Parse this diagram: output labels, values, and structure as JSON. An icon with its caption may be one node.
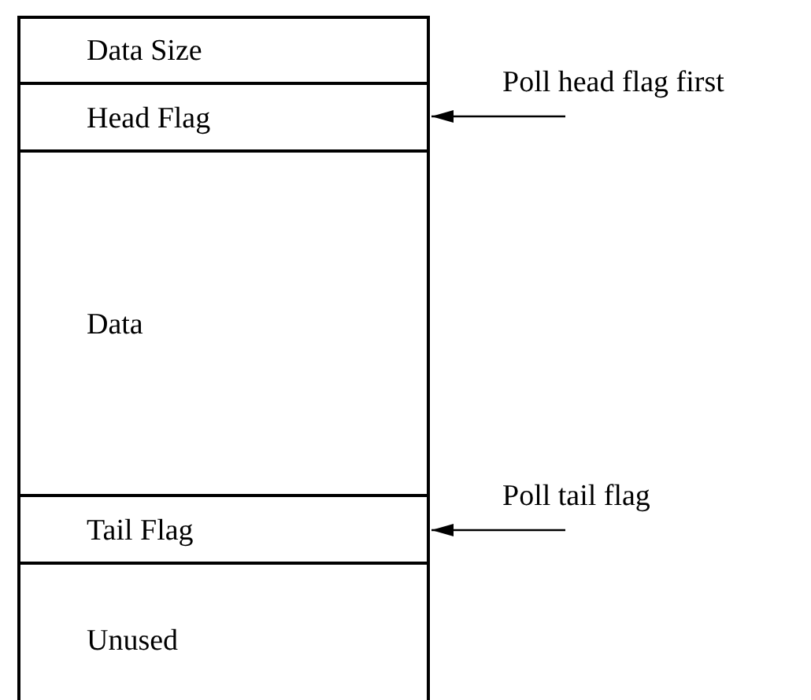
{
  "diagram": {
    "nodes": [
      {
        "text": [
          "Data Size"
        ]
      },
      {
        "text": [
          "Head Flag"
        ]
      },
      {
        "text": [
          "Data"
        ]
      },
      {
        "text": [
          "Tail Flag"
        ]
      },
      {
        "text": [
          "Unused"
        ]
      },
      {
        "text": [
          "Poll head flag first"
        ]
      },
      {
        "text": [
          "Poll tail flag"
        ]
      }
    ],
    "edges": [
      {
        "from": 5,
        "to": 1,
        "arrow": "to"
      },
      {
        "from": 6,
        "to": 3,
        "arrow": "to"
      }
    ]
  }
}
